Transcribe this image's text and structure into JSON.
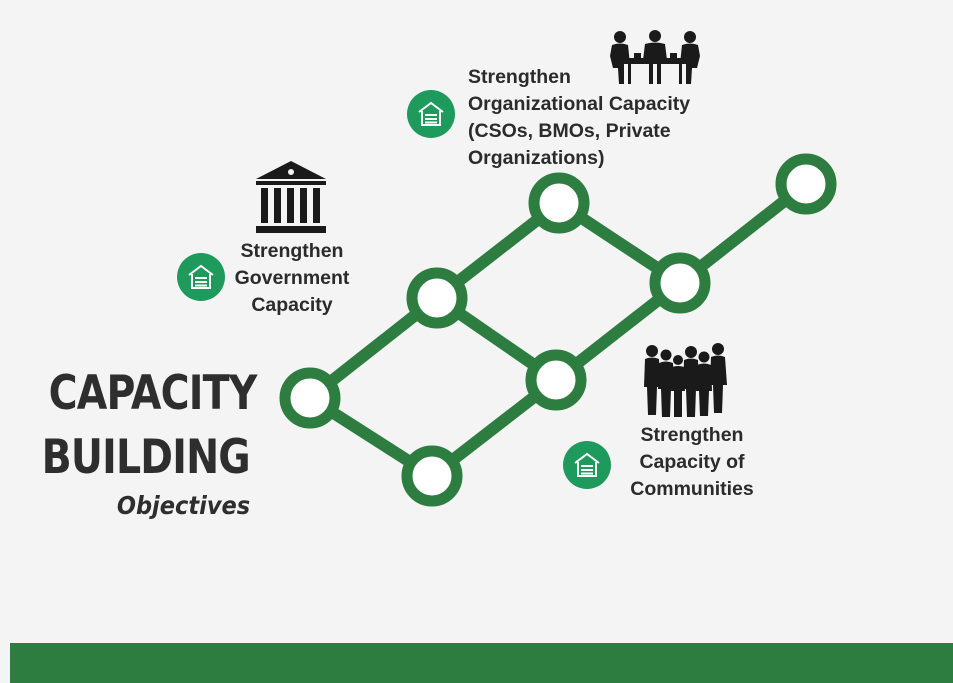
{
  "title": {
    "line1": "CAPACITY",
    "line2": "BUILDING",
    "subtitle": "Objectives"
  },
  "objectives": [
    {
      "text_lines": [
        "Strengthen",
        "Organizational Capacity",
        "(CSOs, BMOs, Private",
        "Organizations)"
      ],
      "icon": "meeting-table-icon"
    },
    {
      "text_lines": [
        "Strengthen",
        "Government",
        "Capacity"
      ],
      "icon": "government-building-icon"
    },
    {
      "text_lines": [
        "Strengthen",
        "Capacity of",
        "Communities"
      ],
      "icon": "people-group-icon"
    }
  ],
  "badge_icon": "house-icon",
  "colors": {
    "green": "#2e7d40",
    "badge_green": "#1e9a5c",
    "text": "#2b2b2b",
    "background": "#f4f4f4",
    "icon_dark": "#1a1a1a"
  }
}
